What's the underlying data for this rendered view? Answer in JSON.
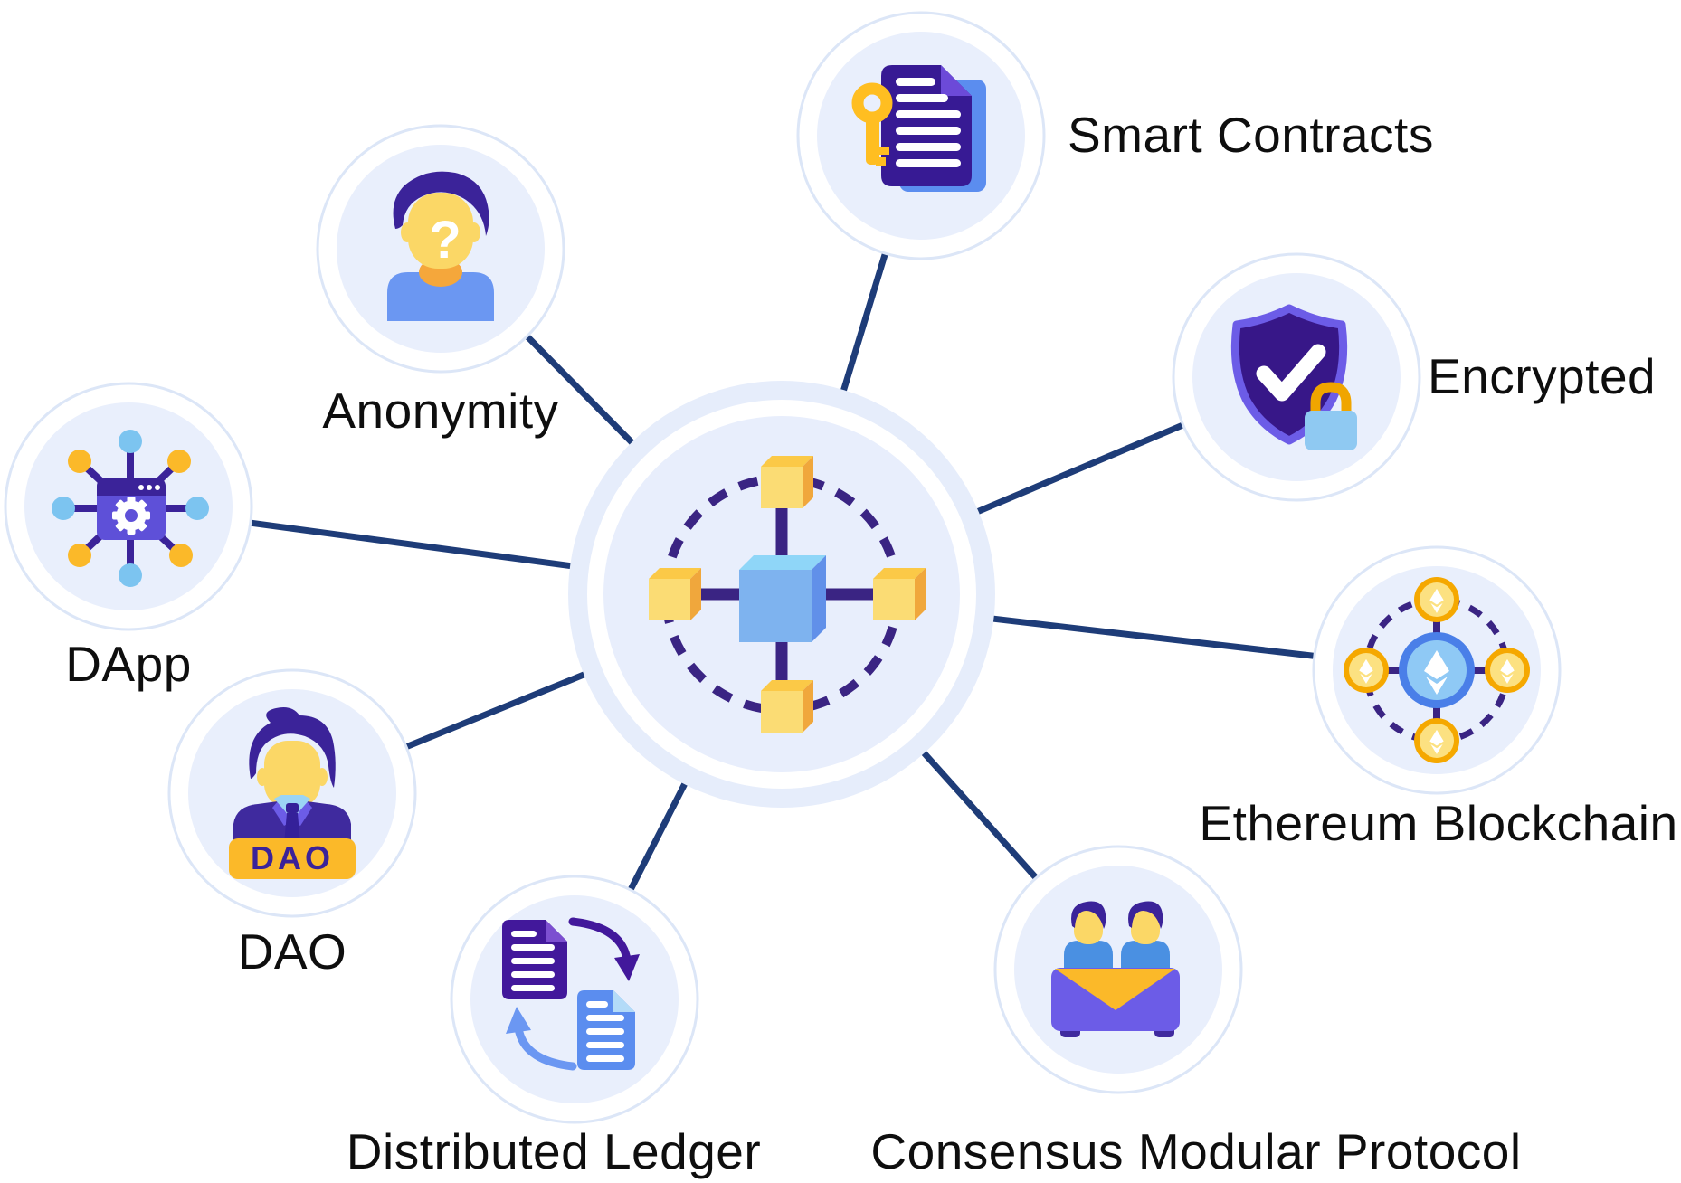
{
  "diagram": {
    "type": "hub-and-spoke",
    "hub": {
      "icon": "blockchain-network-icon"
    },
    "nodes": [
      {
        "id": "anonymity",
        "label": "Anonymity",
        "icon": "anonymous-person-icon",
        "face_glyph": "?"
      },
      {
        "id": "smart-contracts",
        "label": "Smart Contracts",
        "icon": "contract-document-key-icon"
      },
      {
        "id": "encrypted",
        "label": "Encrypted",
        "icon": "shield-check-lock-icon"
      },
      {
        "id": "ethereum-blockchain",
        "label": "Ethereum Blockchain",
        "icon": "ethereum-network-icon"
      },
      {
        "id": "consensus-modular-protocol",
        "label": "Consensus Modular Protocol",
        "icon": "people-meeting-table-icon"
      },
      {
        "id": "distributed-ledger",
        "label": "Distributed Ledger",
        "icon": "documents-sync-icon"
      },
      {
        "id": "dao",
        "label": "DAO",
        "icon": "business-person-icon",
        "badge_text": "DAO"
      },
      {
        "id": "dapp",
        "label": "DApp",
        "icon": "app-network-icon"
      }
    ],
    "colors": {
      "background": "#FFFFFF",
      "connector_line": "#1E3C78",
      "node_fill": "#E9EFFC",
      "node_ring": "#DCE6F7",
      "hub_fill": "#E6EDFB",
      "indigo": "#3B2399",
      "deep_purple": "#371A94",
      "violet": "#6C5CE7",
      "yellow": "#FBB929",
      "gold": "#F5A800",
      "blue": "#5B8DEF",
      "light_blue": "#8FC9F2",
      "face_yellow": "#FBD766",
      "label_text": "#111111"
    }
  }
}
